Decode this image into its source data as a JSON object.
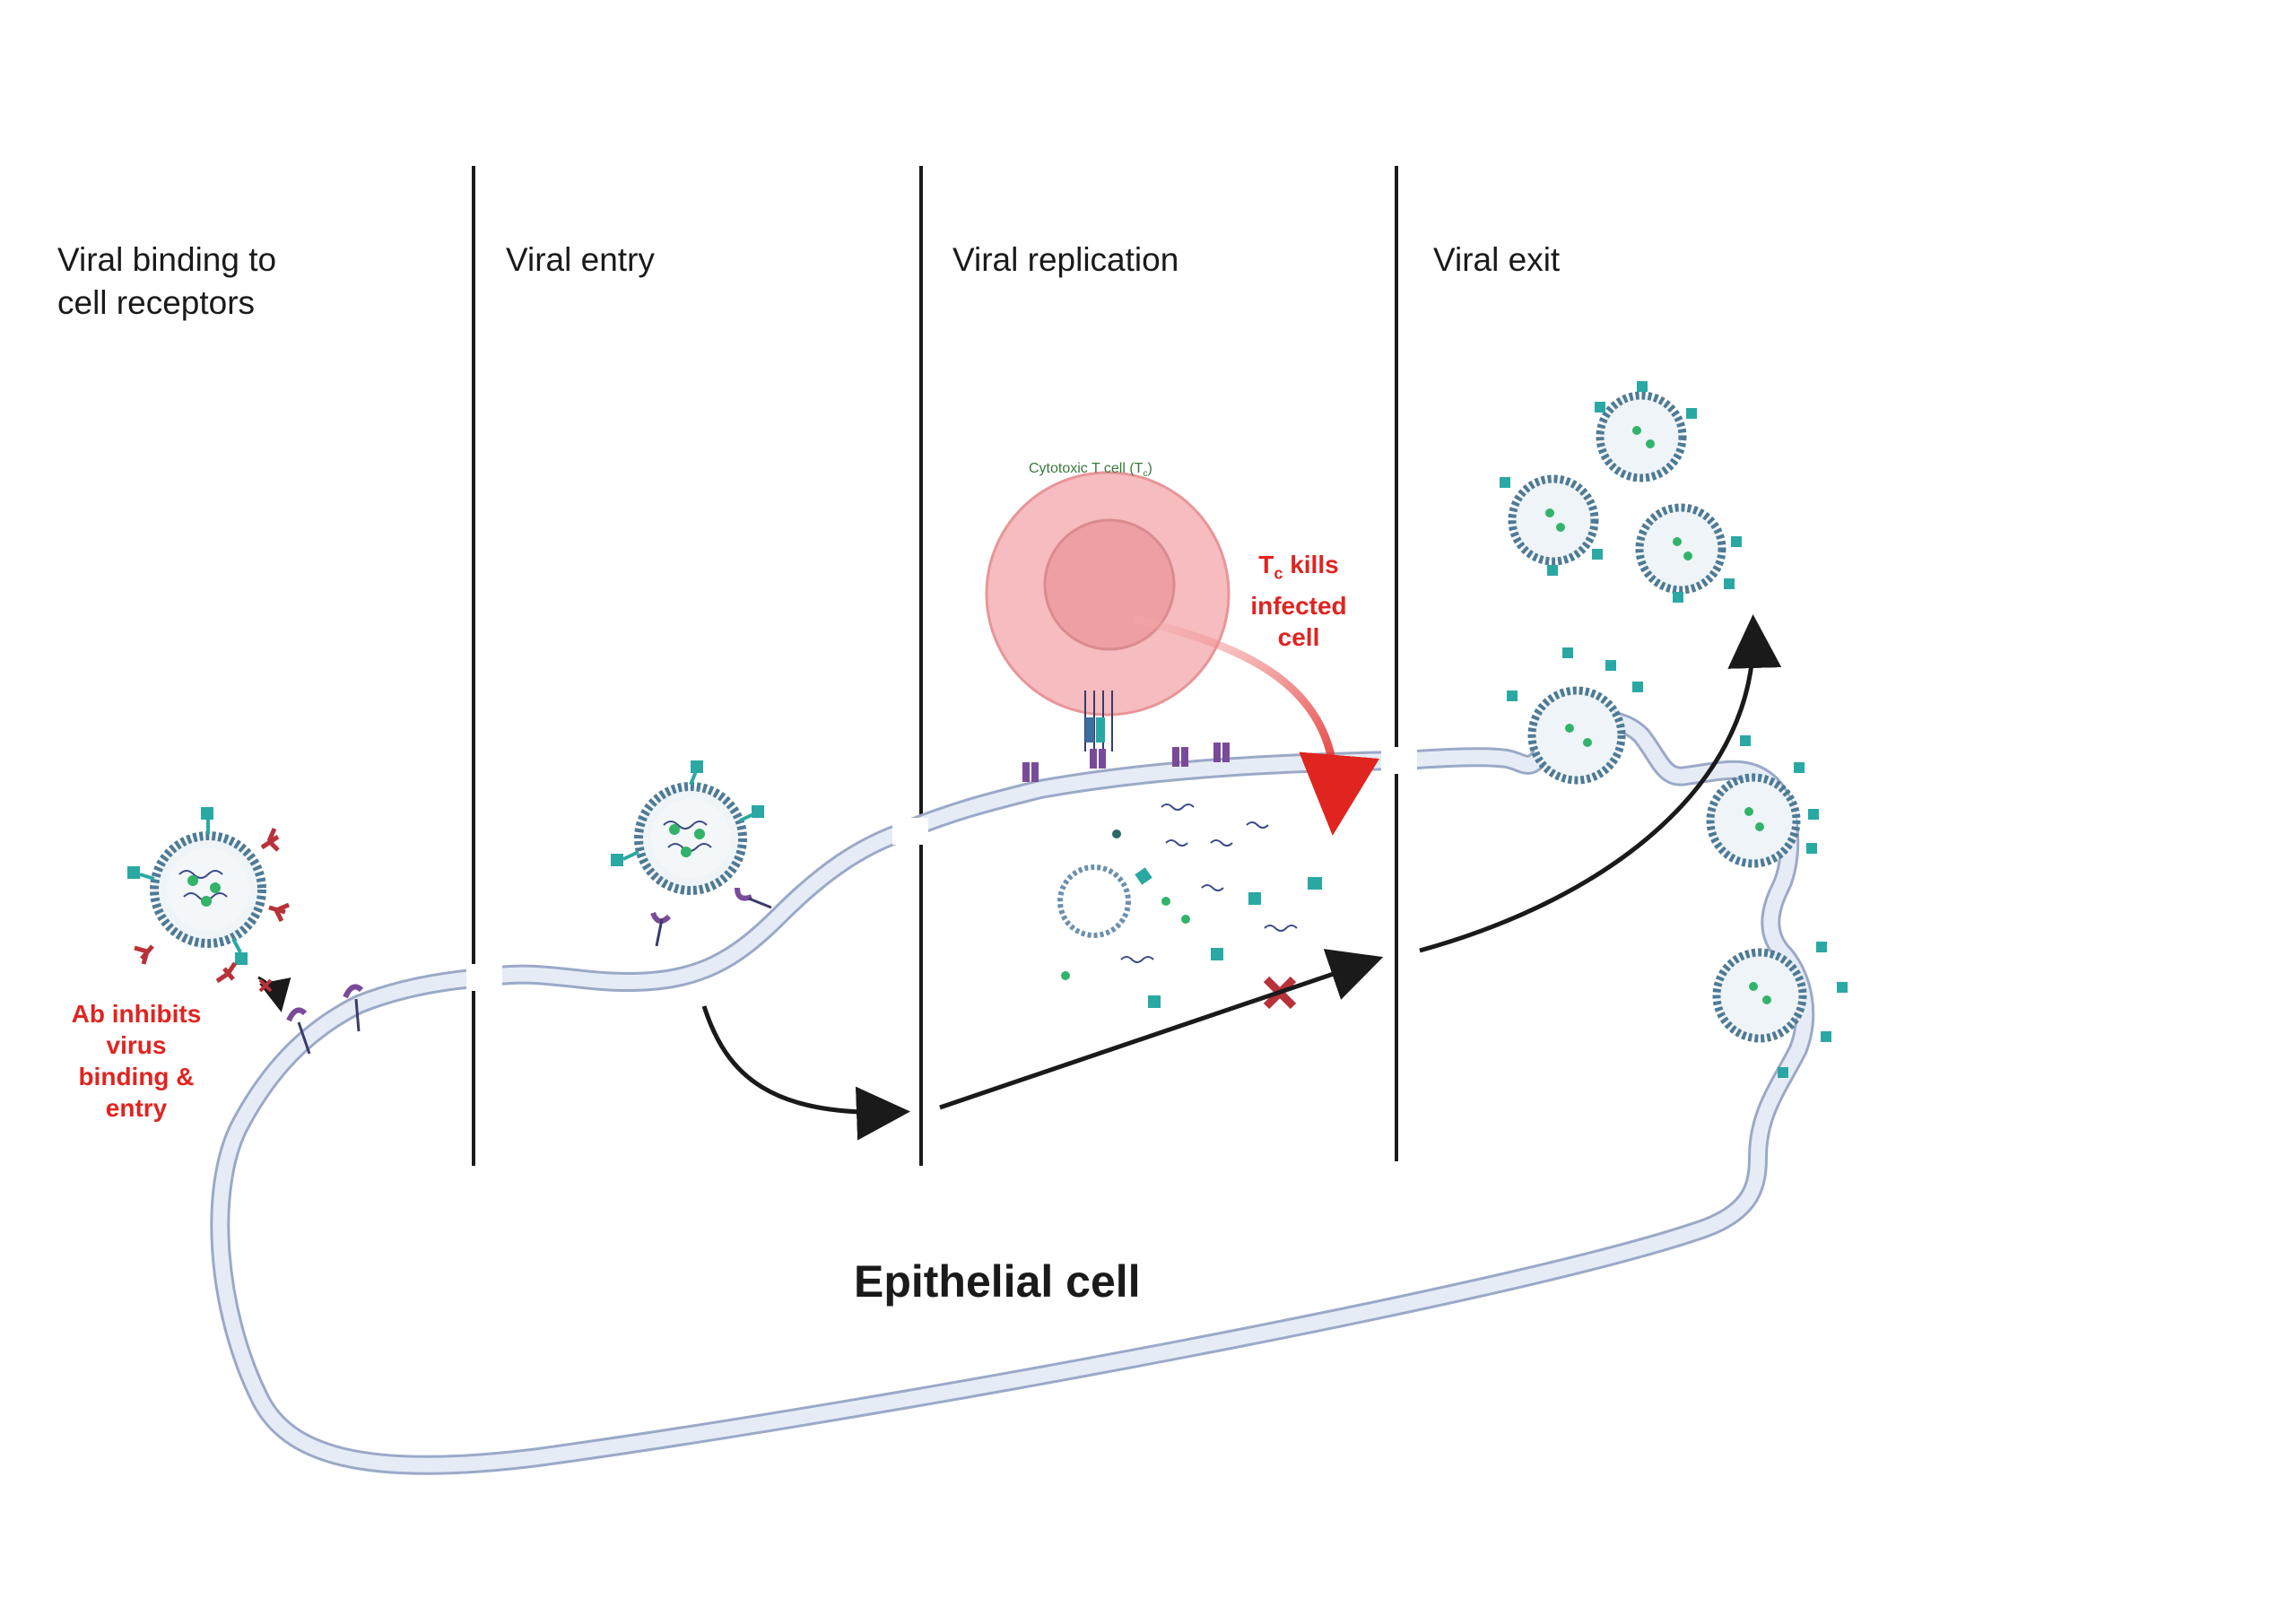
{
  "stages": [
    {
      "title_line1": "Viral binding to",
      "title_line2": "cell receptors"
    },
    {
      "title_line1": "Viral entry"
    },
    {
      "title_line1": "Viral replication"
    },
    {
      "title_line1": "Viral exit"
    }
  ],
  "annotations": {
    "ab_inhibits": [
      "Ab inhibits",
      "virus",
      "binding &",
      "entry"
    ],
    "tc_kills": {
      "t": "T",
      "sub": "c",
      "rest": " kills",
      "line2": "infected",
      "line3": "cell"
    },
    "tcell_caption": {
      "main": "Cytotoxic T cell (T",
      "sub": "c",
      "end": ")"
    }
  },
  "cell_label": "Epithelial cell",
  "colors": {
    "divider": "#1a1a1a",
    "membrane_fill": "#e6ecf6",
    "membrane_stroke": "#9aa9c7",
    "virus_ring": "#4e7a96",
    "virus_spike": "#2aa9a4",
    "antibody": "#b8323a",
    "receptor": "#7a4a9a",
    "tcell": "#f2b9bb",
    "red_text": "#e02420",
    "arrow": "#1a1a1a"
  }
}
